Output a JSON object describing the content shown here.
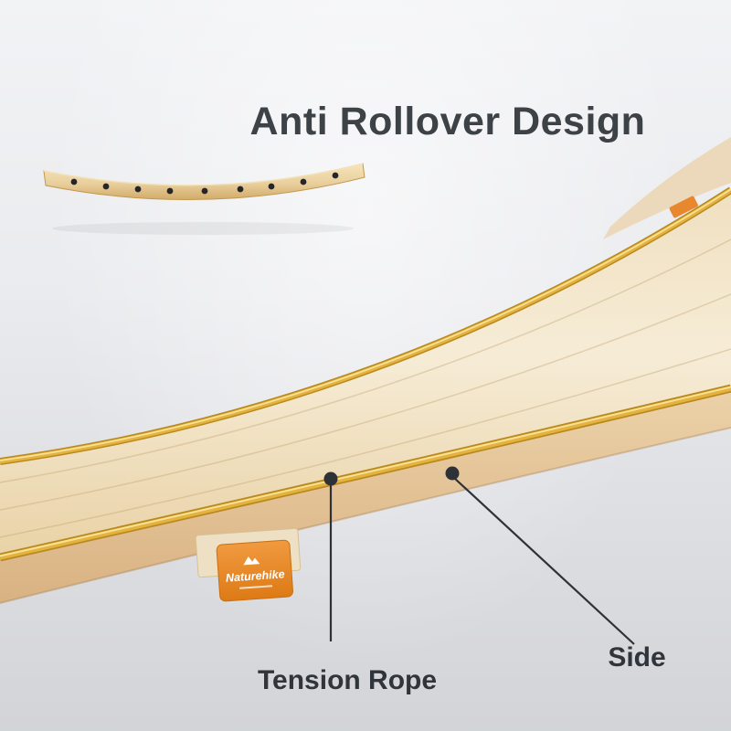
{
  "title": "Anti Rollover Design",
  "callouts": {
    "tension_rope_label": "Tension Rope",
    "side_label": "Side"
  },
  "brand_tag": {
    "name": "Naturehike"
  },
  "illustration": {
    "wooden_spreader_bar": "curved wooden anti-rollover bar",
    "spreader_hole_count": 9,
    "hammock": "fabric hammock with gold poles"
  },
  "colors": {
    "background_top": "#f2f3f5",
    "background_bottom": "#d3d4d8",
    "title_text": "#3d4247",
    "callout_text": "#2f353b",
    "pole_gold": "#d9a92e",
    "pole_highlight": "#f8e190",
    "fabric_inner": "#f3e7cd",
    "fabric_side": "#e3c197",
    "wood_light": "#f2ddae",
    "wood_dark": "#d9b574",
    "brand_orange": "#e8872d",
    "marker_dot": "#2e3237"
  }
}
